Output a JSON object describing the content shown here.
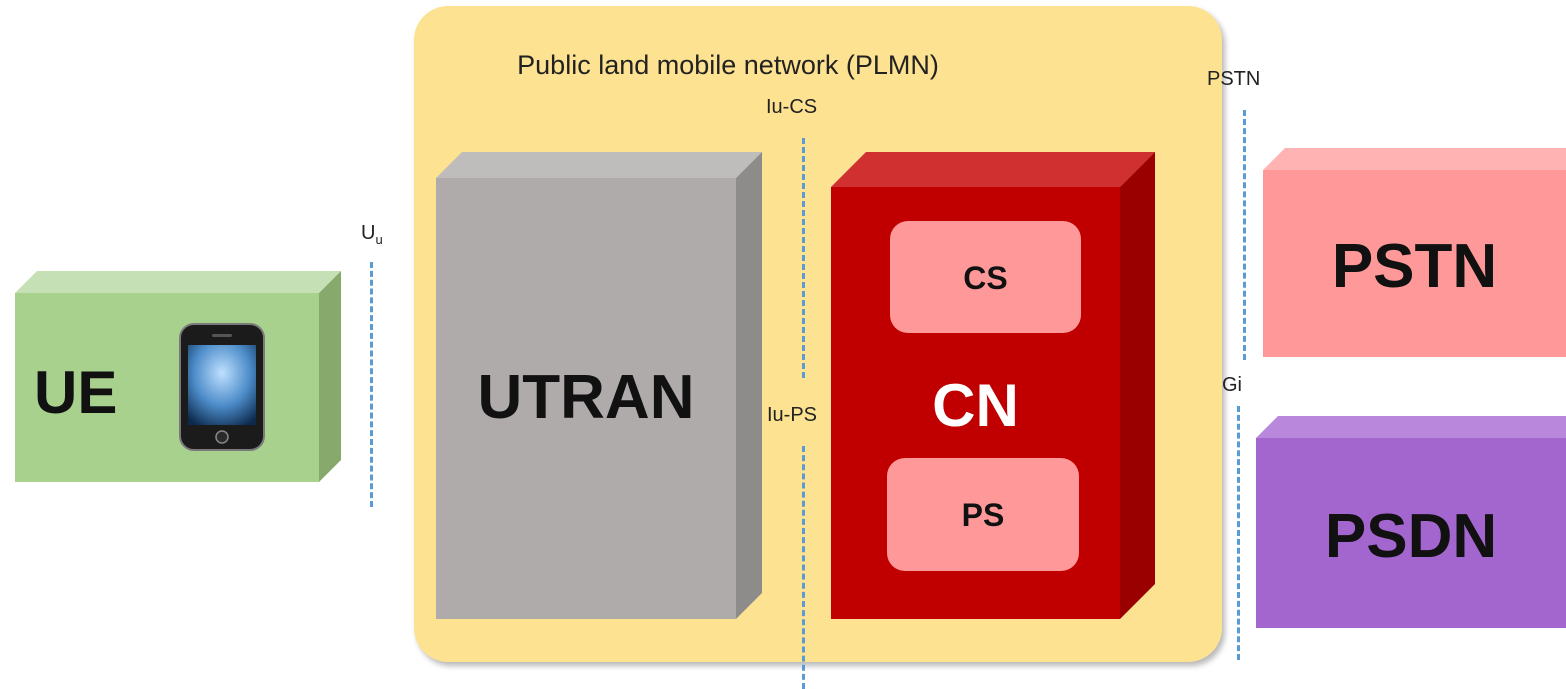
{
  "plmn": {
    "title": "Public land mobile network (PLMN)"
  },
  "interfaces": {
    "uu_main": "U",
    "uu_sub": "u",
    "iu_cs": "Iu-CS",
    "iu_ps": "Iu-PS",
    "pstn": "PSTN",
    "gi": "Gi"
  },
  "nodes": {
    "ue": "UE",
    "utran": "UTRAN",
    "cn": "CN",
    "cs": "CS",
    "ps": "PS",
    "pstn": "PSTN",
    "psdn": "PSDN"
  },
  "colors": {
    "plmn": "#fde291",
    "ue": "#a9d18e",
    "utran": "#afabab",
    "cn": "#c00000",
    "cn_domain": "#ff9999",
    "pstn": "#ff9999",
    "psdn": "#a366cf",
    "interface_line": "#5b9bd5"
  },
  "icons": {
    "phone": "smartphone-icon"
  }
}
